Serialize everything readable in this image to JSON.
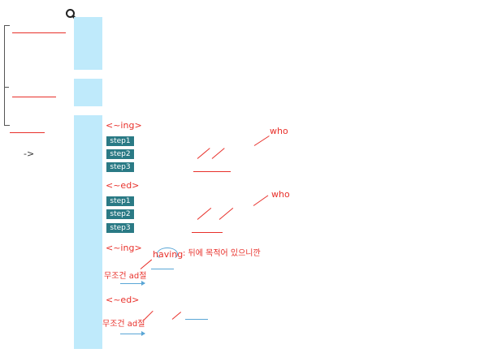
{
  "toolbar": {
    "search_icon": "search-icon"
  },
  "left_nav": {
    "arrow": "->"
  },
  "sections": {
    "ing1": {
      "heading": "<~ing>",
      "steps": [
        "step1",
        "step2",
        "step3"
      ],
      "who": "who"
    },
    "ed1": {
      "heading": "<~ed>",
      "steps": [
        "step1",
        "step2",
        "step3"
      ],
      "who": "who"
    },
    "ing2": {
      "heading": "<~ing>",
      "note_word": "having",
      "note_rest": ": 뒤에 목적어 있으니깐",
      "clause": "무조건 ad절"
    },
    "ed2": {
      "heading": "<~ed>",
      "clause": "무조건 ad절"
    }
  },
  "colors": {
    "accent_red": "#e8302a",
    "column_blue": "#bfeafb",
    "step_bg": "#2a7a85",
    "arrow_blue": "#5aa6d6"
  }
}
